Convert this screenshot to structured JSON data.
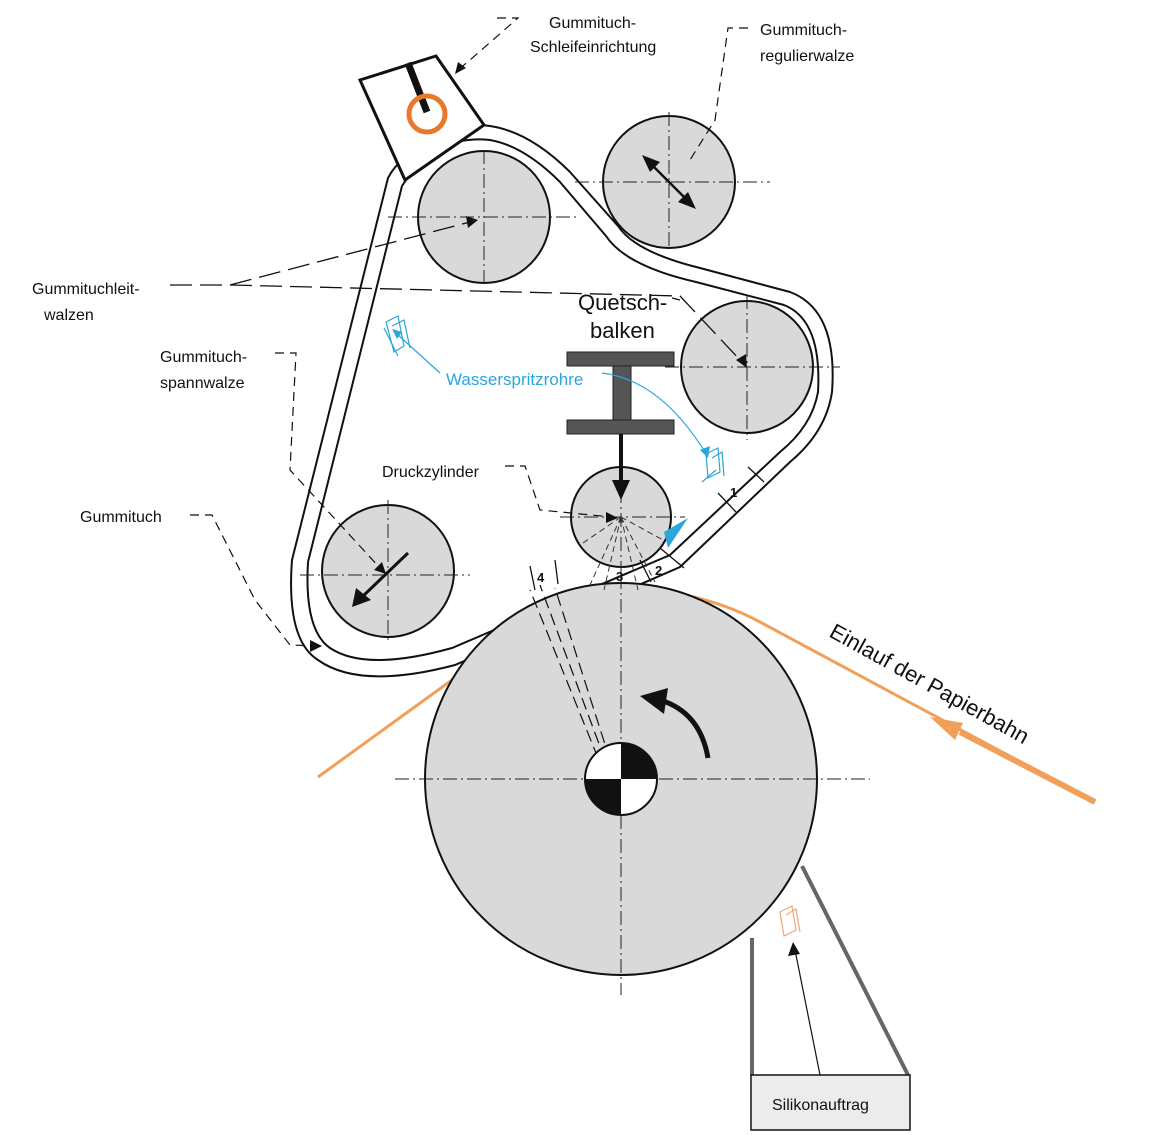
{
  "labels": {
    "grinder_line1": "Gummituch-",
    "grinder_line2": "Schleifeinrichtung",
    "regulator_line1": "Gummituch-",
    "regulator_line2": "regulierwalze",
    "guide_line1": "Gummituchleit-",
    "guide_line2": "walzen",
    "tension_line1": "Gummituch-",
    "tension_line2": "spannwalze",
    "blanket": "Gummituch",
    "squeeze_line1": "Quetsch-",
    "squeeze_line2": "balken",
    "water_pipes": "Wasserspritzrohre",
    "pressure_cylinder": "Druckzylinder",
    "paper_inlet": "Einlauf der Papierbahn",
    "silicone": "Silikonauftrag"
  },
  "zone_numbers": [
    "1",
    "2",
    "3",
    "4"
  ],
  "colors": {
    "paper_web": "#f0a05a",
    "water": "#2aa6dc",
    "grinder_ring": "#e8782a",
    "roll_fill": "#d9d9d9",
    "silicone_spray": "#f0a878"
  }
}
